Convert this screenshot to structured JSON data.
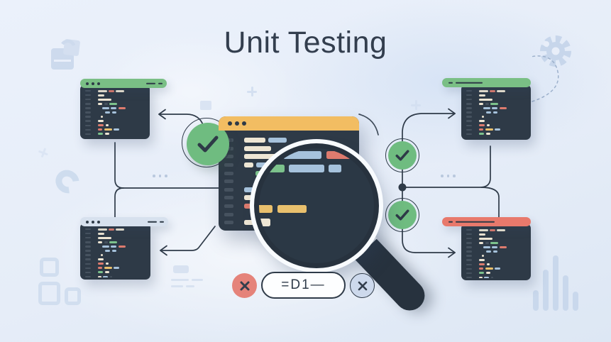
{
  "title": "Unit Testing",
  "colors": {
    "background": "#e8eef8",
    "slate": "#2e3a47",
    "stroke": "#2f3b49",
    "title_text": "#333e4e",
    "check_green": "#6fbc80",
    "fail_red": "#e5837a",
    "neutral_blue": "#cdd9ec",
    "decor_blue": "#c6d5ea"
  },
  "code_palette": {
    "cream": "#eee6d4",
    "blue": "#a6c2dc",
    "green": "#7cc28c",
    "red": "#dd7b6e",
    "yellow": "#e9c06d",
    "gutter": "#46525f"
  },
  "windows": {
    "center": {
      "titlebar_color": "#f2bd62",
      "dots": 3
    },
    "top_left": {
      "titlebar_color": "#7abf85",
      "dots": 3
    },
    "bottom_left": {
      "titlebar_color": "#d7e1ee",
      "dots": 3
    },
    "top_right": {
      "titlebar_color": "#7abf85",
      "dots": 0
    },
    "bottom_right": {
      "titlebar_color": "#e8796c",
      "dots": 0
    }
  },
  "center_code_lines": [
    [
      0,
      [
        [
          "cream",
          30
        ],
        [
          "blue",
          26
        ]
      ]
    ],
    [
      0,
      [
        [
          "cream",
          38
        ]
      ]
    ],
    [
      0,
      [
        [
          "cream",
          46
        ]
      ]
    ],
    [
      0,
      [
        [
          "cream",
          13
        ],
        [
          "blue",
          20
        ]
      ]
    ],
    [
      16,
      [
        [
          "green",
          30
        ],
        [
          "blue",
          20
        ],
        [
          "blue",
          33
        ],
        [
          "red",
          36
        ]
      ]
    ],
    [
      26,
      [
        [
          "green",
          18
        ],
        [
          "green",
          27
        ],
        [
          "blue",
          30
        ],
        [
          "blue",
          11
        ]
      ]
    ],
    [
      0,
      [
        [
          "blue",
          15
        ],
        [
          "blue",
          6
        ]
      ]
    ],
    [
      0,
      [
        [
          "cream",
          19
        ],
        [
          "blue",
          23
        ]
      ]
    ],
    [
      0,
      [
        [
          "red",
          15
        ],
        [
          "red",
          9
        ],
        [
          "yellow",
          33
        ],
        [
          "yellow",
          25
        ]
      ]
    ],
    [
      9,
      [
        [
          "green",
          21
        ],
        [
          "cream",
          29
        ]
      ]
    ],
    [
      0,
      [
        [
          "cream",
          15
        ],
        [
          "blue",
          25
        ],
        [
          "green",
          7
        ]
      ]
    ]
  ],
  "branch_code_lines": [
    [
      0,
      [
        [
          "cream",
          14
        ],
        [
          "red",
          8
        ],
        [
          "cream",
          13
        ]
      ]
    ],
    [
      0,
      [
        [
          "cream",
          10
        ]
      ]
    ],
    [
      0,
      [
        [
          "cream",
          21
        ]
      ]
    ],
    [
      0,
      [
        [
          "cream",
          7
        ],
        [
          "gutter",
          5
        ],
        [
          "green",
          12
        ]
      ]
    ],
    [
      7,
      [
        [
          "blue",
          10
        ],
        [
          "blue",
          9
        ],
        [
          "red",
          11
        ]
      ]
    ],
    [
      11,
      [
        [
          "blue",
          8
        ],
        [
          "blue",
          7
        ]
      ]
    ],
    [
      4,
      [
        [
          "cream",
          4
        ]
      ]
    ],
    [
      0,
      [
        [
          "cream",
          9
        ]
      ]
    ],
    [
      0,
      [
        [
          "red",
          9
        ],
        [
          "cream",
          5
        ]
      ]
    ],
    [
      0,
      [
        [
          "red",
          7
        ],
        [
          "yellow",
          12
        ],
        [
          "blue",
          8
        ]
      ]
    ],
    [
      0,
      [
        [
          "green",
          8
        ],
        [
          "cream",
          7
        ]
      ]
    ],
    [
      0,
      [
        [
          "cream",
          5
        ],
        [
          "blue",
          8
        ],
        [
          "gutter",
          3
        ]
      ]
    ]
  ],
  "result_pill": {
    "label": "=D1—"
  },
  "decor_chart_bars": [
    29,
    58,
    78,
    50,
    27
  ]
}
